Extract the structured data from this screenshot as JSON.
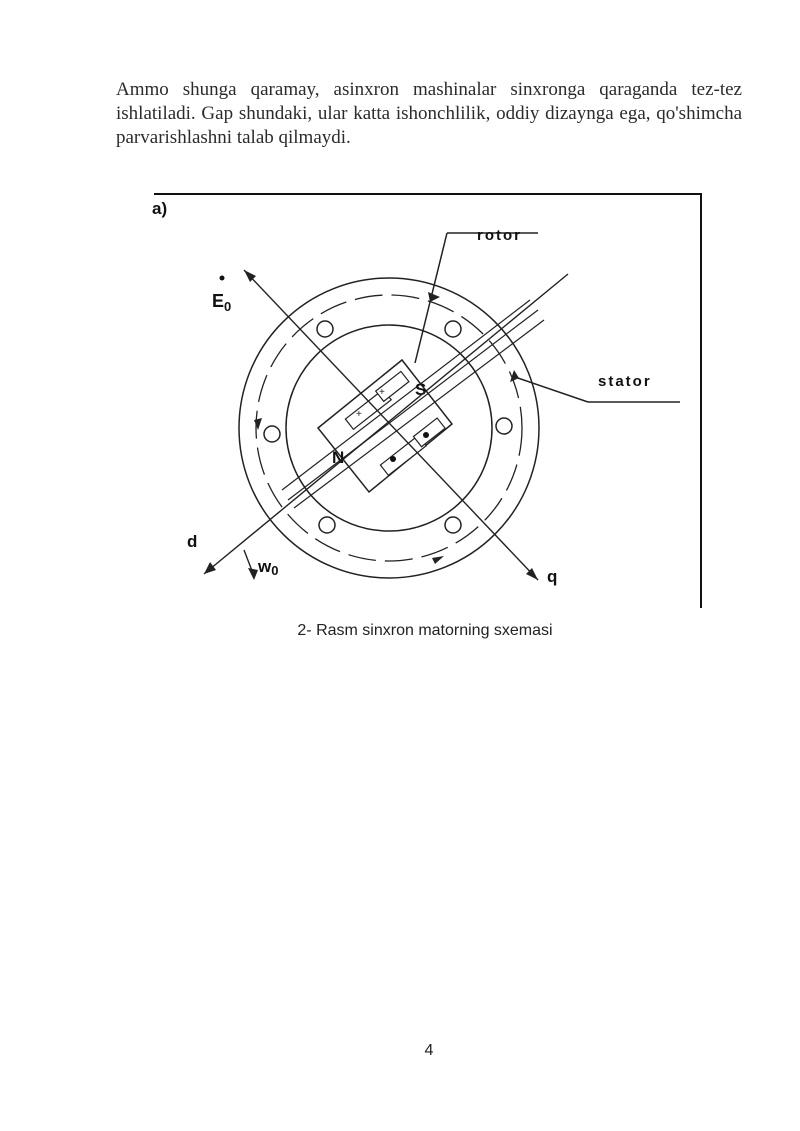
{
  "body_text": "Ammo shunga qaramay, asinxron mashinalar sinxronga qaraganda tez-tez ishlatiladi. Gap shundaki, ular katta ishonchlilik, oddiy dizaynga ega, qo'shimcha parvarishlashni talab qilmaydi.",
  "figure": {
    "panel_label": "a)",
    "labels": {
      "rotor": "rotor",
      "stator": "stator",
      "e": "E",
      "e_sub": "0",
      "d_axis": "d",
      "q_axis": "q",
      "w": "w",
      "w_sub": "0",
      "n_pole": "N",
      "s_pole": "S",
      "plus_1": "+",
      "plus_2": "+"
    }
  },
  "caption": "2- Rasm sinxron matorning sxemasi",
  "page_number": "4"
}
